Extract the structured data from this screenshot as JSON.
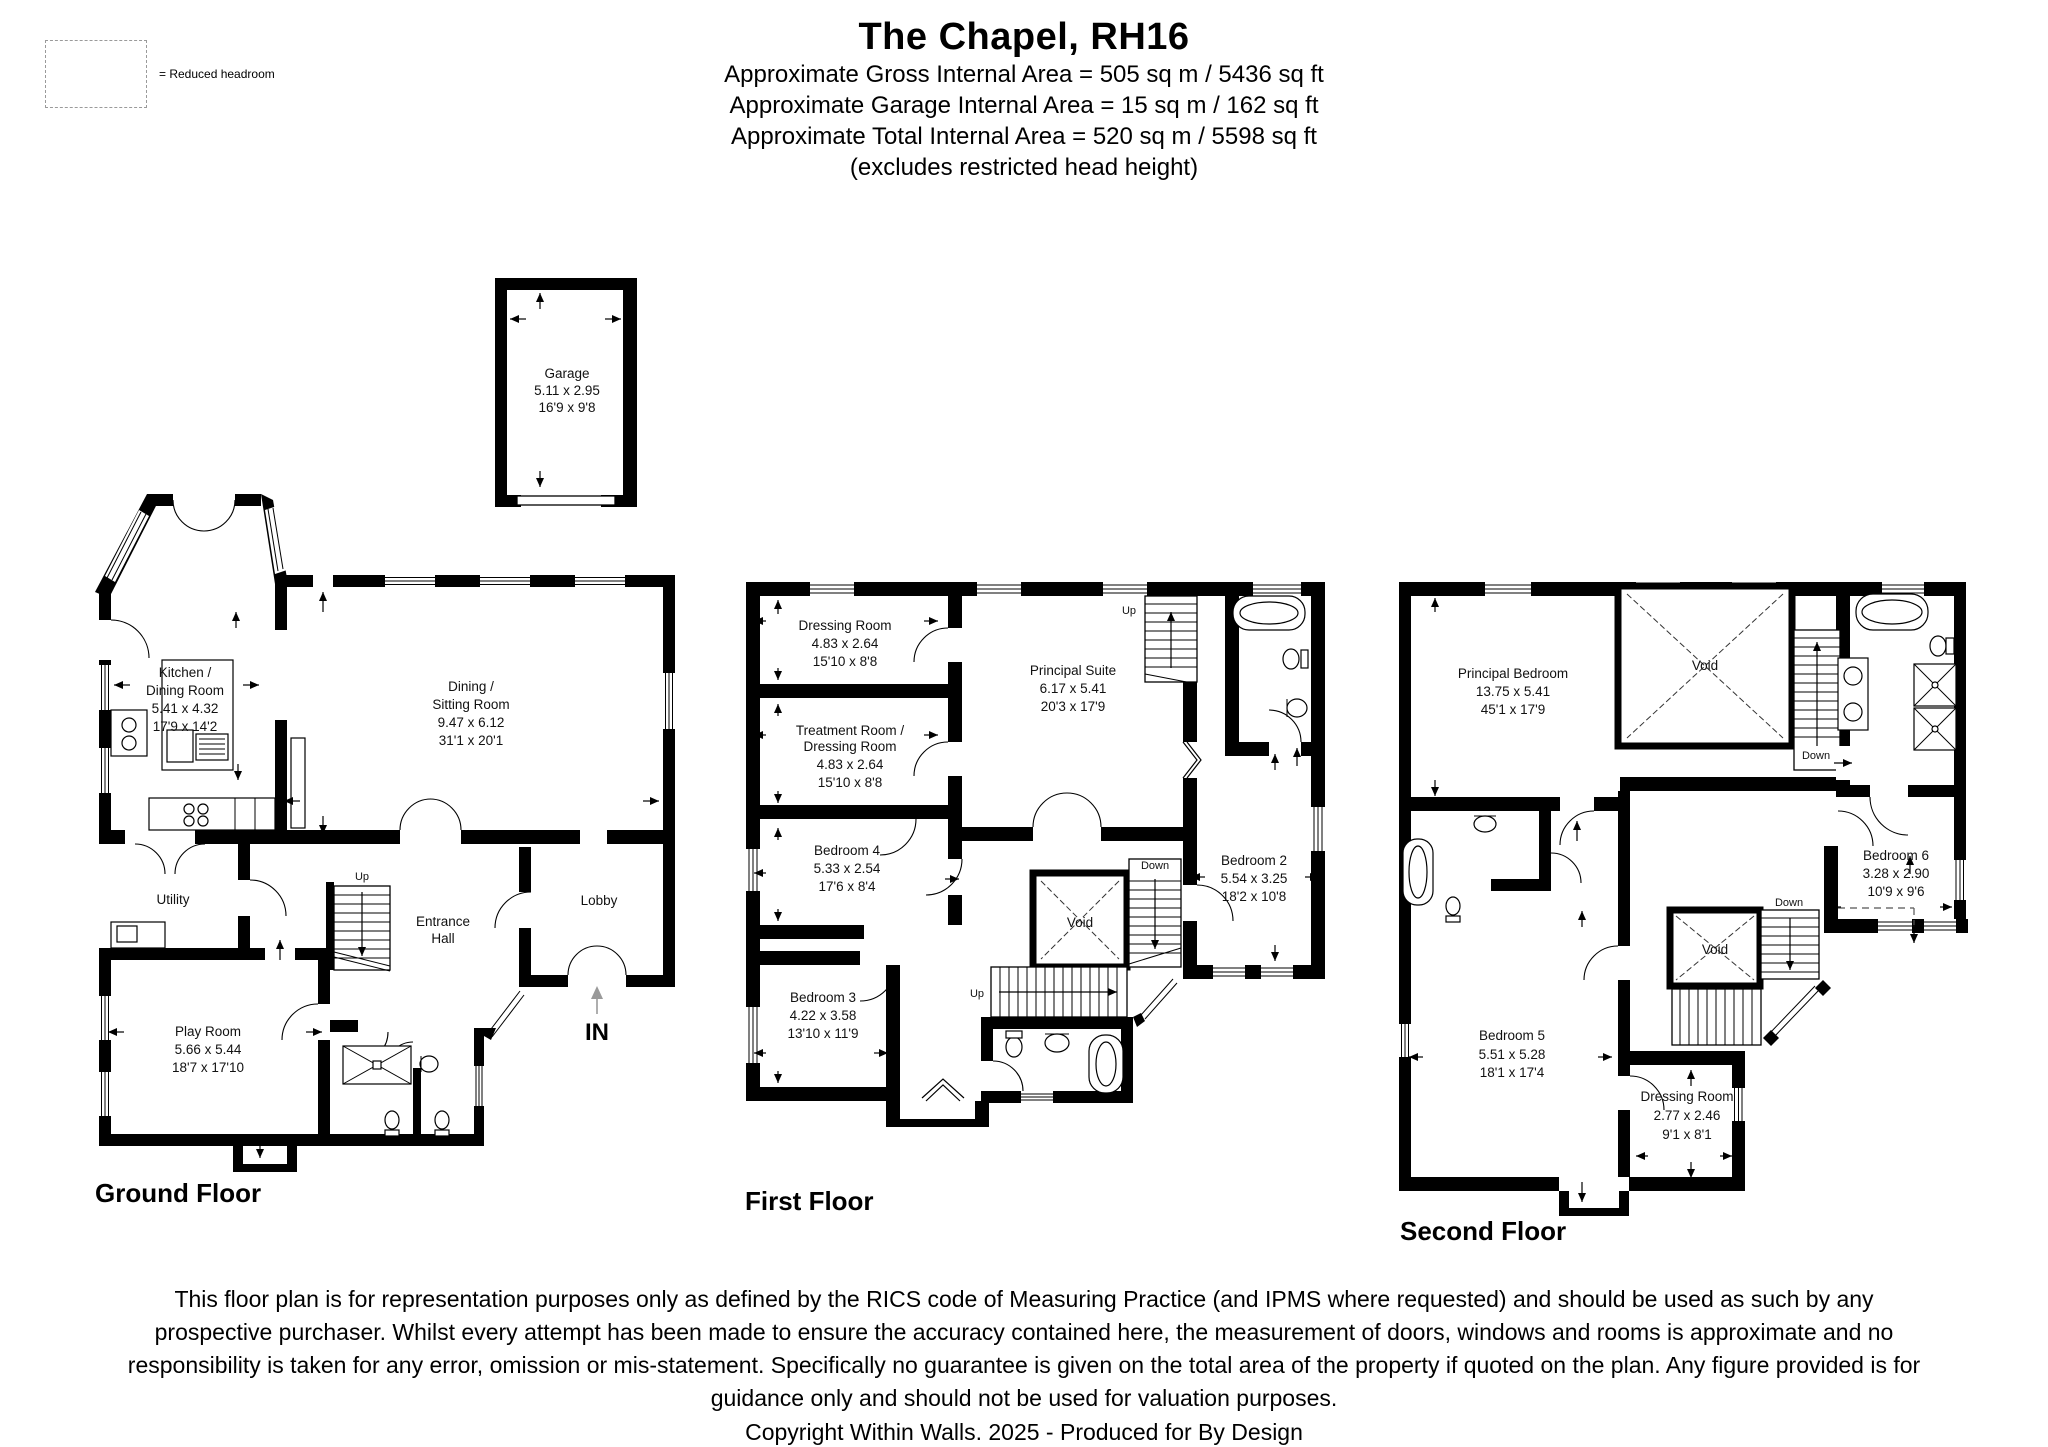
{
  "header": {
    "title": "The Chapel, RH16",
    "area_line1": "Approximate Gross Internal Area = 505 sq m / 5436 sq ft",
    "area_line2": "Approximate Garage Internal Area = 15 sq m / 162 sq ft",
    "area_line3": "Approximate Total Internal Area = 520 sq m / 5598 sq ft",
    "area_line4": "(excludes restricted head height)"
  },
  "legend": {
    "label": "= Reduced headroom"
  },
  "garage": {
    "name": "Garage",
    "metric": "5.11 x 2.95",
    "imperial": "16'9 x 9'8"
  },
  "floors": {
    "ground": {
      "label": "Ground Floor",
      "up_label": "Up",
      "in_label": "IN",
      "rooms": {
        "kitchen": {
          "line1": "Kitchen /",
          "line2": "Dining Room",
          "metric": "5.41 x 4.32",
          "imperial": "17'9 x 14'2"
        },
        "dining": {
          "line1": "Dining /",
          "line2": "Sitting Room",
          "metric": "9.47 x 6.12",
          "imperial": "31'1 x 20'1"
        },
        "utility": {
          "name": "Utility"
        },
        "entrance": {
          "line1": "Entrance",
          "line2": "Hall"
        },
        "lobby": {
          "name": "Lobby"
        },
        "playroom": {
          "name": "Play Room",
          "metric": "5.66 x 5.44",
          "imperial": "18'7 x 17'10"
        }
      }
    },
    "first": {
      "label": "First Floor",
      "void_label": "Void",
      "up_label": "Up",
      "down_label": "Down",
      "rooms": {
        "dressing": {
          "name": "Dressing Room",
          "metric": "4.83 x 2.64",
          "imperial": "15'10 x 8'8"
        },
        "treatment": {
          "line1": "Treatment Room /",
          "line2": "Dressing Room",
          "metric": "4.83 x 2.64",
          "imperial": "15'10 x 8'8"
        },
        "principal_suite": {
          "name": "Principal Suite",
          "metric": "6.17 x 5.41",
          "imperial": "20'3 x 17'9"
        },
        "bedroom4": {
          "name": "Bedroom 4",
          "metric": "5.33 x 2.54",
          "imperial": "17'6 x 8'4"
        },
        "bedroom2": {
          "name": "Bedroom 2",
          "metric": "5.54 x 3.25",
          "imperial": "18'2 x 10'8"
        },
        "bedroom3": {
          "name": "Bedroom 3",
          "metric": "4.22 x 3.58",
          "imperial": "13'10 x 11'9"
        }
      }
    },
    "second": {
      "label": "Second Floor",
      "void_label": "Void",
      "down_label": "Down",
      "rooms": {
        "principal_bedroom": {
          "name": "Principal Bedroom",
          "metric": "13.75 x 5.41",
          "imperial": "45'1 x 17'9"
        },
        "bedroom5": {
          "name": "Bedroom 5",
          "metric": "5.51 x 5.28",
          "imperial": "18'1 x 17'4"
        },
        "bedroom6": {
          "name": "Bedroom 6",
          "metric": "3.28 x 2.90",
          "imperial": "10'9 x 9'6"
        },
        "dressing": {
          "name": "Dressing Room",
          "metric": "2.77 x 2.46",
          "imperial": "9'1 x 8'1"
        }
      }
    }
  },
  "footer": {
    "disclaimer": "This floor plan is for representation purposes only as defined by the RICS code of Measuring Practice (and IPMS where requested) and should be used as such by any prospective purchaser. Whilst every attempt has been made to ensure the accuracy contained here, the measurement of doors, windows and rooms is approximate and no responsibility is taken for any error, omission or mis-statement. Specifically no guarantee is given on the total area of the property if quoted on the plan. Any figure provided is for guidance only and should not be used for valuation purposes.",
    "copyright": "Copyright Within Walls. 2025 - Produced for By Design"
  }
}
